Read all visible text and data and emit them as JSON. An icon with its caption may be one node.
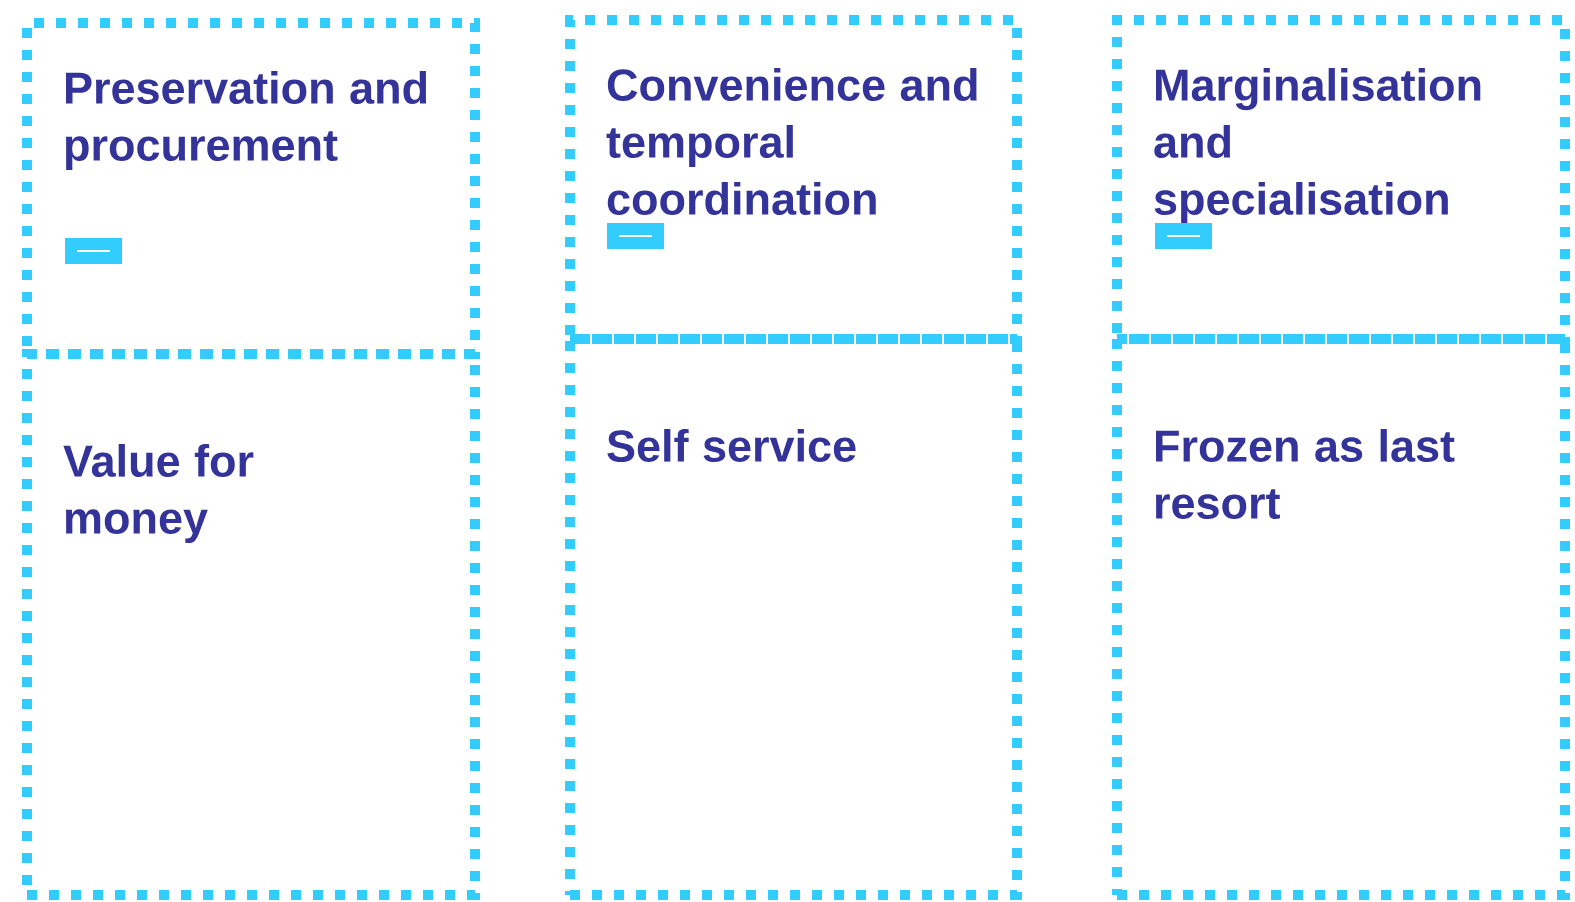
{
  "diagram": {
    "nodes": [
      {
        "text": [
          "Preservation and procurement"
        ]
      },
      {
        "text": [
          "Convenience and temporal coordination"
        ]
      },
      {
        "text": [
          "Marginalisation and specialisation"
        ]
      },
      {
        "text": [
          "Value for money"
        ]
      },
      {
        "text": [
          "Self service"
        ]
      },
      {
        "text": [
          "Frozen as last resort"
        ]
      }
    ]
  }
}
